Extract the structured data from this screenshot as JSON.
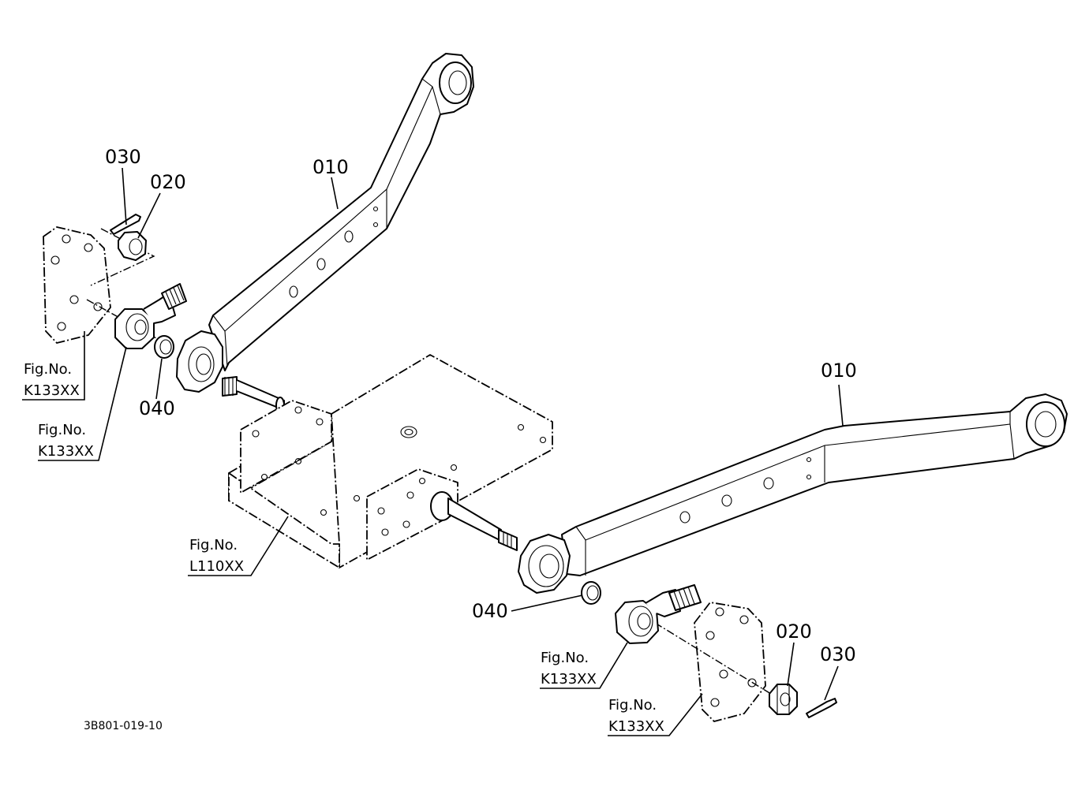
{
  "diagram": {
    "part_labels": {
      "lift_arm_upper": "010",
      "lift_arm_lower": "010",
      "cotter_pin_left": "030",
      "nut_left": "020",
      "washer_left": "040",
      "washer_right": "040",
      "nut_right": "020",
      "cotter_pin_right": "030"
    },
    "figure_references": {
      "left_bracket": {
        "title": "Fig.No.",
        "code": "K133XX"
      },
      "left_ball_joint": {
        "title": "Fig.No.",
        "code": "K133XX"
      },
      "center_hitch_frame": {
        "title": "Fig.No.",
        "code": "L110XX"
      },
      "right_ball_joint": {
        "title": "Fig.No.",
        "code": "K133XX"
      },
      "right_bracket": {
        "title": "Fig.No.",
        "code": "K133XX"
      }
    },
    "drawing_code": "3B801-019-10"
  }
}
